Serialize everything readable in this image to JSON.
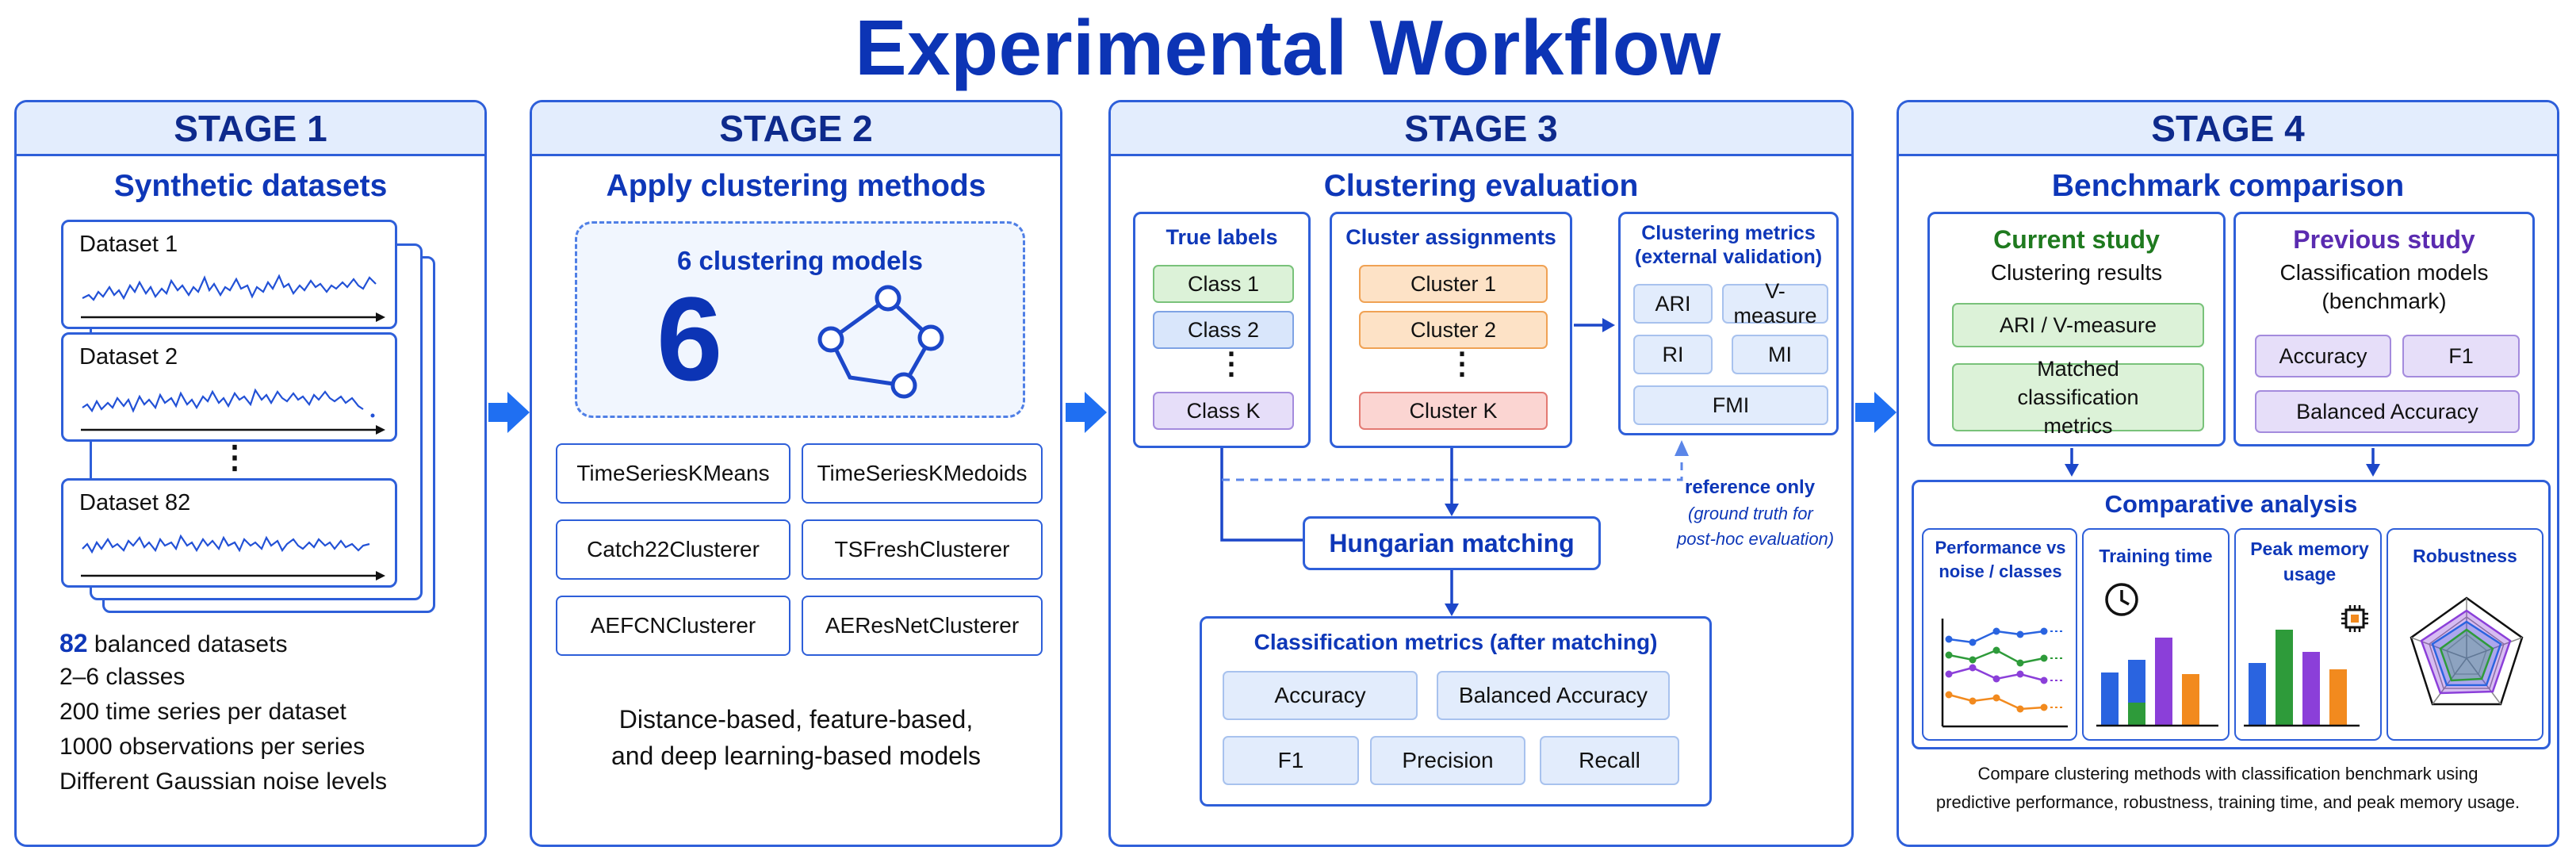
{
  "title": "Experimental Workflow",
  "stage1": {
    "header": "STAGE 1",
    "subtitle": "Synthetic datasets",
    "datasets": [
      "Dataset 1",
      "Dataset 2",
      "Dataset 82"
    ],
    "ellipsis": "⋮",
    "facts": {
      "count": "82",
      "count_rest": " balanced datasets",
      "classes": "2–6 classes",
      "series": "200 time series per dataset",
      "obs": "1000 observations per series",
      "noise": "Different Gaussian noise levels"
    }
  },
  "stage2": {
    "header": "STAGE 2",
    "subtitle": "Apply clustering methods",
    "models_title": "6 clustering models",
    "models_number": "6",
    "methods": [
      "TimeSeriesKMeans",
      "TimeSeriesKMedoids",
      "Catch22Clusterer",
      "TSFreshClusterer",
      "AEFCNClusterer",
      "AEResNetClusterer"
    ],
    "footer_line1": "Distance-based, feature-based,",
    "footer_line2": "and deep learning-based models"
  },
  "stage3": {
    "header": "STAGE 3",
    "subtitle": "Clustering evaluation",
    "true_labels": {
      "title": "True labels",
      "items": [
        "Class 1",
        "Class 2",
        "Class K"
      ]
    },
    "clusters": {
      "title": "Cluster assignments",
      "items": [
        "Cluster 1",
        "Cluster 2",
        "Cluster K"
      ]
    },
    "metrics": {
      "title_line1": "Clustering metrics",
      "title_line2": "(external validation)",
      "items": [
        "ARI",
        "V-measure",
        "RI",
        "MI",
        "FMI"
      ]
    },
    "reference_line1": "reference only",
    "reference_line2": "(ground truth for",
    "reference_line3": "post-hoc evaluation)",
    "hungarian": "Hungarian matching",
    "class_metrics": {
      "title": "Classification metrics (after matching)",
      "items": [
        "Accuracy",
        "Balanced Accuracy",
        "F1",
        "Precision",
        "Recall"
      ]
    },
    "ellipsis": "⋮"
  },
  "stage4": {
    "header": "STAGE 4",
    "subtitle": "Benchmark comparison",
    "current": {
      "title": "Current study",
      "subtitle": "Clustering results",
      "items": [
        "ARI / V-measure",
        "Matched classification metrics"
      ]
    },
    "previous": {
      "title": "Previous study",
      "subtitle_line1": "Classification models",
      "subtitle_line2": "(benchmark)",
      "items": [
        "Accuracy",
        "F1",
        "Balanced Accuracy"
      ]
    },
    "comparative": {
      "title": "Comparative analysis",
      "panels": [
        "Performance vs noise / classes",
        "Training time",
        "Peak memory usage",
        "Robustness"
      ]
    },
    "footer_line1": "Compare clustering methods with classification benchmark using",
    "footer_line2": "predictive performance, robustness, training time, and peak memory usage."
  },
  "colors": {
    "title": "#0c34b5",
    "stage_border": "#2e5fd9",
    "header_bg": "#e3edfd",
    "arrow": "#1f6ff2",
    "current_green": "#1f7a1f",
    "previous_purple": "#5a2bb0"
  }
}
